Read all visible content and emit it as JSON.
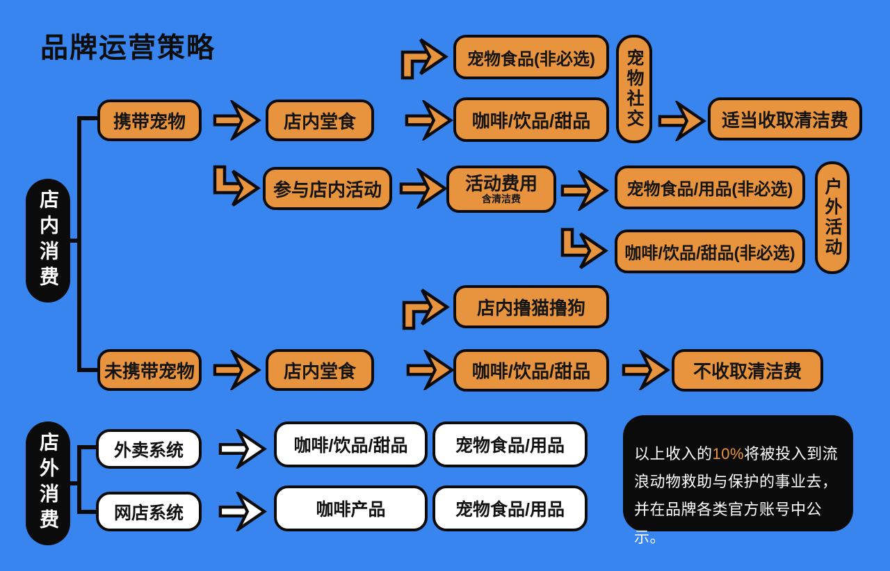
{
  "title": "品牌运营策略",
  "colors": {
    "background": "#3885F0",
    "node_orange": "#E8943E",
    "outline_black": "#0B0B0B",
    "node_white": "#FFFFFF",
    "note_highlight": "#E8943E"
  },
  "icons": {
    "arrow_right": "straight right flow arrow",
    "arrow_bend_down": "branch arrow bending down then right",
    "arrow_bend_up": "branch arrow bending up then right"
  },
  "groups": {
    "in_store": "店内消费",
    "out_store": "店外消费"
  },
  "in_store": {
    "with_pet": "携带宠物",
    "dine_in_with_pet": "店内堂食",
    "pet_food_optional": "宠物食品(非必选)",
    "coffee_drinks_dessert": "咖啡/饮品/甜品",
    "pet_social": "宠物社交",
    "charge_cleaning_fee": "适当收取清洁费",
    "join_store_activity": "参与店内活动",
    "activity_fee": "活动费用",
    "activity_fee_sub": "含清洁费",
    "pet_food_supplies_optional": "宠物食品/用品(非必选)",
    "coffee_drinks_dessert_optional": "咖啡/饮品/甜品(非必选)",
    "outdoor_activity": "户外活动",
    "pet_cuddling": "店内撸猫撸狗",
    "without_pet": "未携带宠物",
    "dine_in_without_pet": "店内堂食",
    "coffee_drinks_dessert_2": "咖啡/饮品/甜品",
    "no_cleaning_fee": "不收取清洁费"
  },
  "out_store": {
    "delivery_system": "外卖系统",
    "coffee_drinks_dessert": "咖啡/饮品/甜品",
    "pet_food_supplies": "宠物食品/用品",
    "online_shop_system": "网店系统",
    "coffee_products": "咖啡产品",
    "pet_food_supplies_2": "宠物食品/用品"
  },
  "note": {
    "prefix": "以上收入的",
    "highlight": "10%",
    "suffix": "将被投入到流浪动物救助与保护的事业去，并在品牌各类官方账号中公示。"
  }
}
